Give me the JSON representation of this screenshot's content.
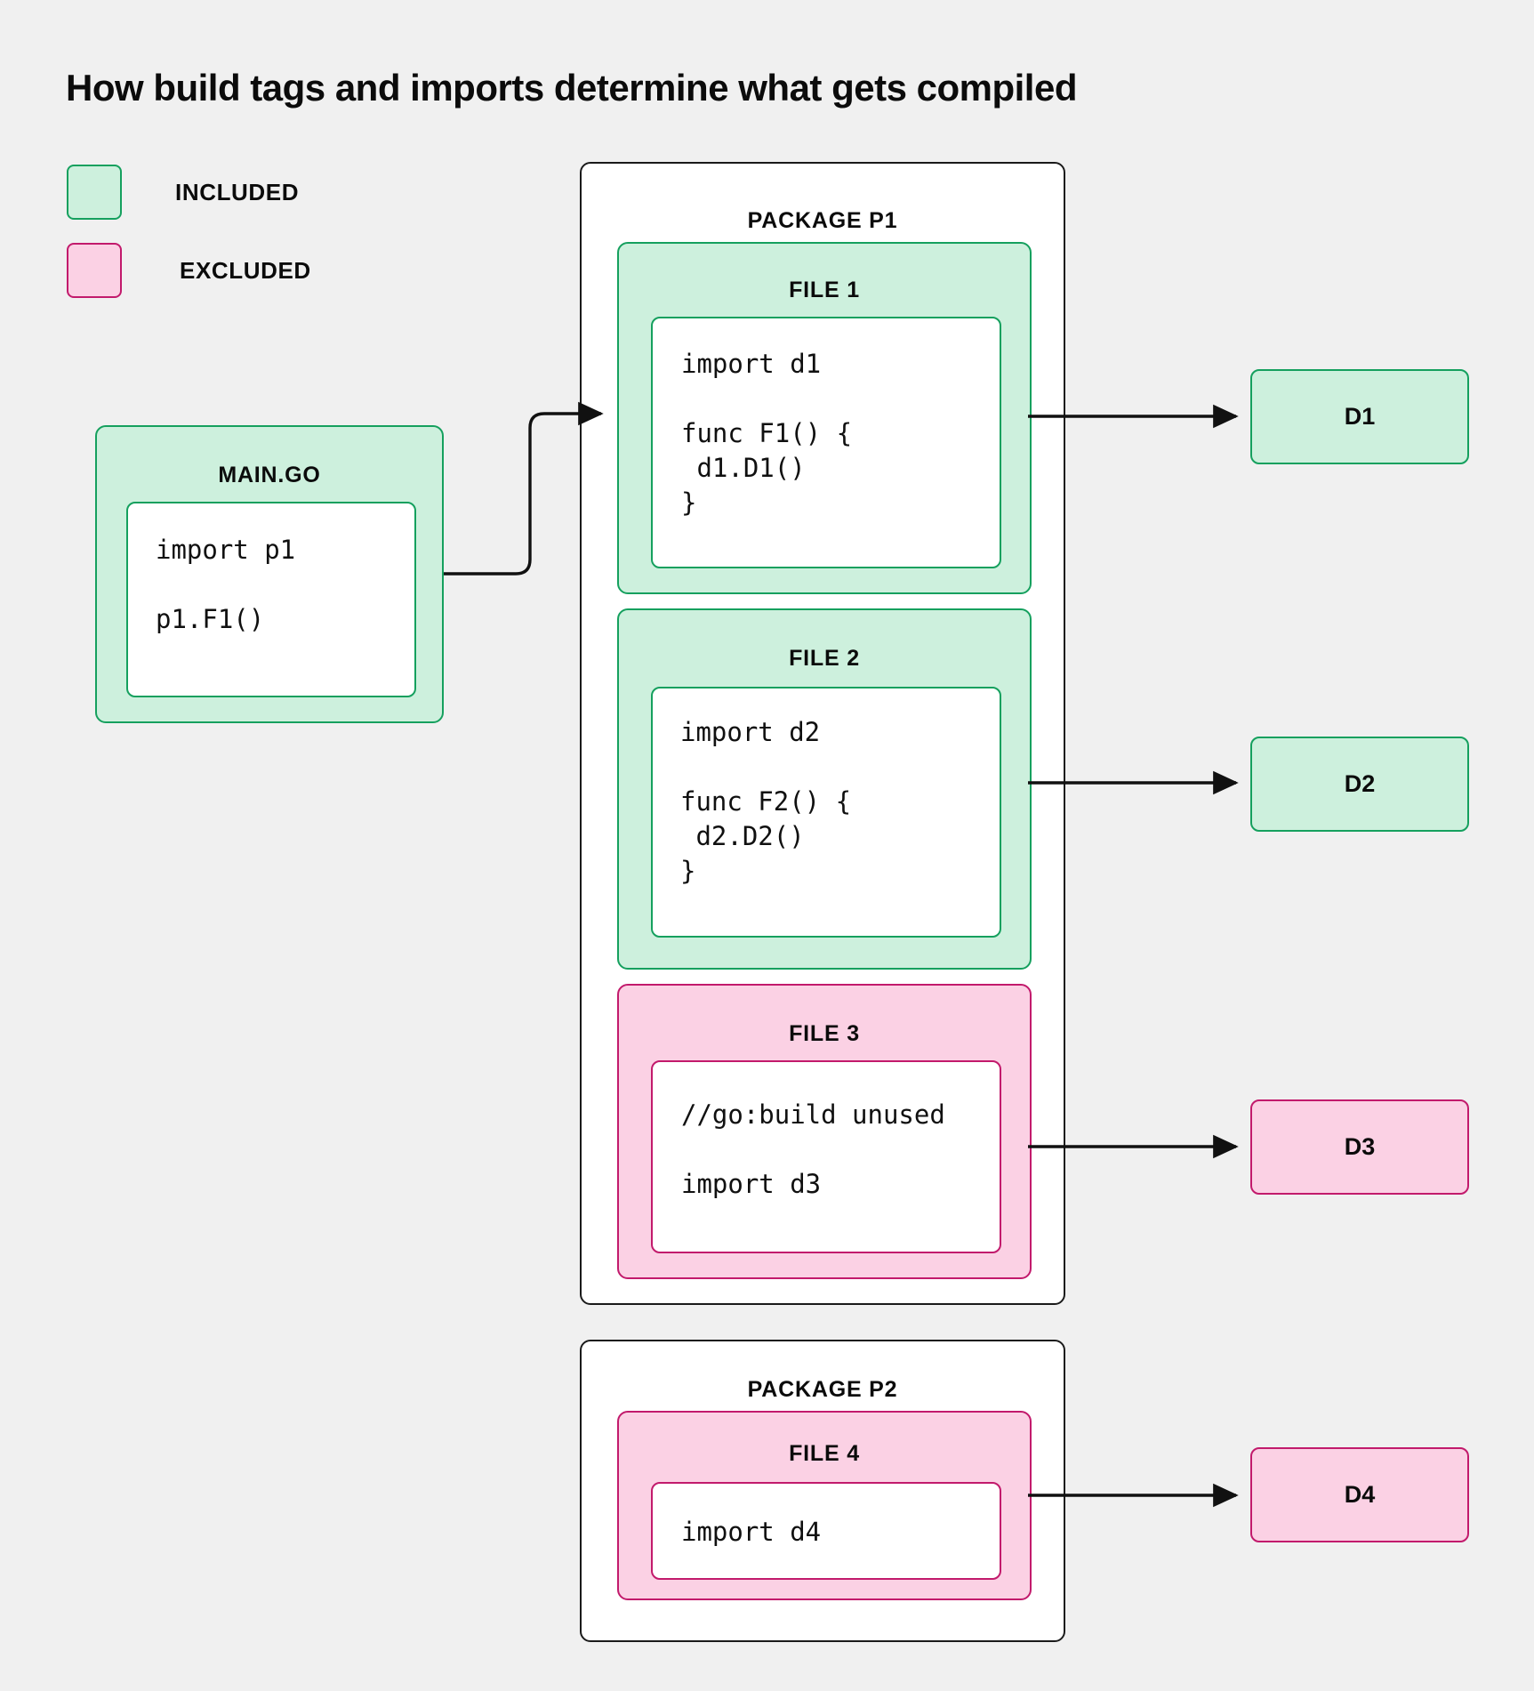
{
  "title": "How build tags and imports determine what gets compiled",
  "colors": {
    "background": "#f0f0f0",
    "included_fill": "#cdf0dd",
    "included_border": "#15a05e",
    "excluded_fill": "#fbd1e4",
    "excluded_border": "#c21a6c",
    "package_border": "#1a1a1a",
    "code_background": "#ffffff",
    "text": "#0b0b0b"
  },
  "legend": {
    "items": [
      {
        "label": "INCLUDED",
        "state": "included",
        "swatch": "green-rounded-square"
      },
      {
        "label": "EXCLUDED",
        "state": "excluded",
        "swatch": "pink-rounded-square"
      }
    ]
  },
  "entrypoint": {
    "label": "MAIN.GO",
    "state": "included",
    "code": "import p1\n\np1.F1()"
  },
  "packages": [
    {
      "label": "PACKAGE P1",
      "files": [
        {
          "label": "FILE 1",
          "state": "included",
          "code": "import d1\n\nfunc F1() {\n d1.D1()\n}"
        },
        {
          "label": "FILE 2",
          "state": "included",
          "code": "import d2\n\nfunc F2() {\n d2.D2()\n}"
        },
        {
          "label": "FILE 3",
          "state": "excluded",
          "code": "//go:build unused\n\nimport d3"
        }
      ]
    },
    {
      "label": "PACKAGE P2",
      "files": [
        {
          "label": "FILE 4",
          "state": "excluded",
          "code": "import d4"
        }
      ]
    }
  ],
  "dependencies": [
    {
      "label": "D1",
      "state": "included"
    },
    {
      "label": "D2",
      "state": "included"
    },
    {
      "label": "D3",
      "state": "excluded"
    },
    {
      "label": "D4",
      "state": "excluded"
    }
  ],
  "edges": [
    {
      "from": "MAIN.GO",
      "to": "FILE 1"
    },
    {
      "from": "FILE 1",
      "to": "D1"
    },
    {
      "from": "FILE 2",
      "to": "D2"
    },
    {
      "from": "FILE 3",
      "to": "D3"
    },
    {
      "from": "FILE 4",
      "to": "D4"
    }
  ]
}
